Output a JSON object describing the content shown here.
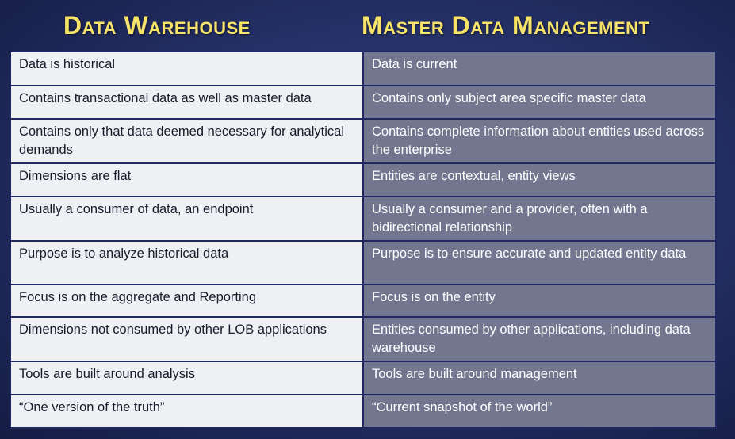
{
  "headers": {
    "left": "Data Warehouse",
    "right": "Master Data Management"
  },
  "rows": [
    {
      "dw": "Data is historical",
      "mdm": "Data is current"
    },
    {
      "dw": "Contains transactional data as well as master data",
      "mdm": "Contains only subject area specific master data"
    },
    {
      "dw": "Contains only that data deemed necessary for analytical demands",
      "mdm": "Contains complete information about entities used across the enterprise"
    },
    {
      "dw": "Dimensions are flat",
      "mdm": "Entities are contextual, entity views"
    },
    {
      "dw": "Usually a consumer of data, an endpoint",
      "mdm": "Usually a consumer and a provider, often with a bidirectional relationship"
    },
    {
      "dw": "Purpose is to analyze historical data",
      "mdm": "Purpose is to ensure accurate and updated entity data"
    },
    {
      "dw": "Focus is on the aggregate and Reporting",
      "mdm": "Focus is on the entity"
    },
    {
      "dw": "Dimensions not consumed by other LOB applications",
      "mdm": "Entities consumed by other applications, including data warehouse"
    },
    {
      "dw": "Tools are built around analysis",
      "mdm": "Tools are built around management"
    },
    {
      "dw": "“One version of the truth”",
      "mdm": "“Current snapshot of the world”"
    }
  ]
}
